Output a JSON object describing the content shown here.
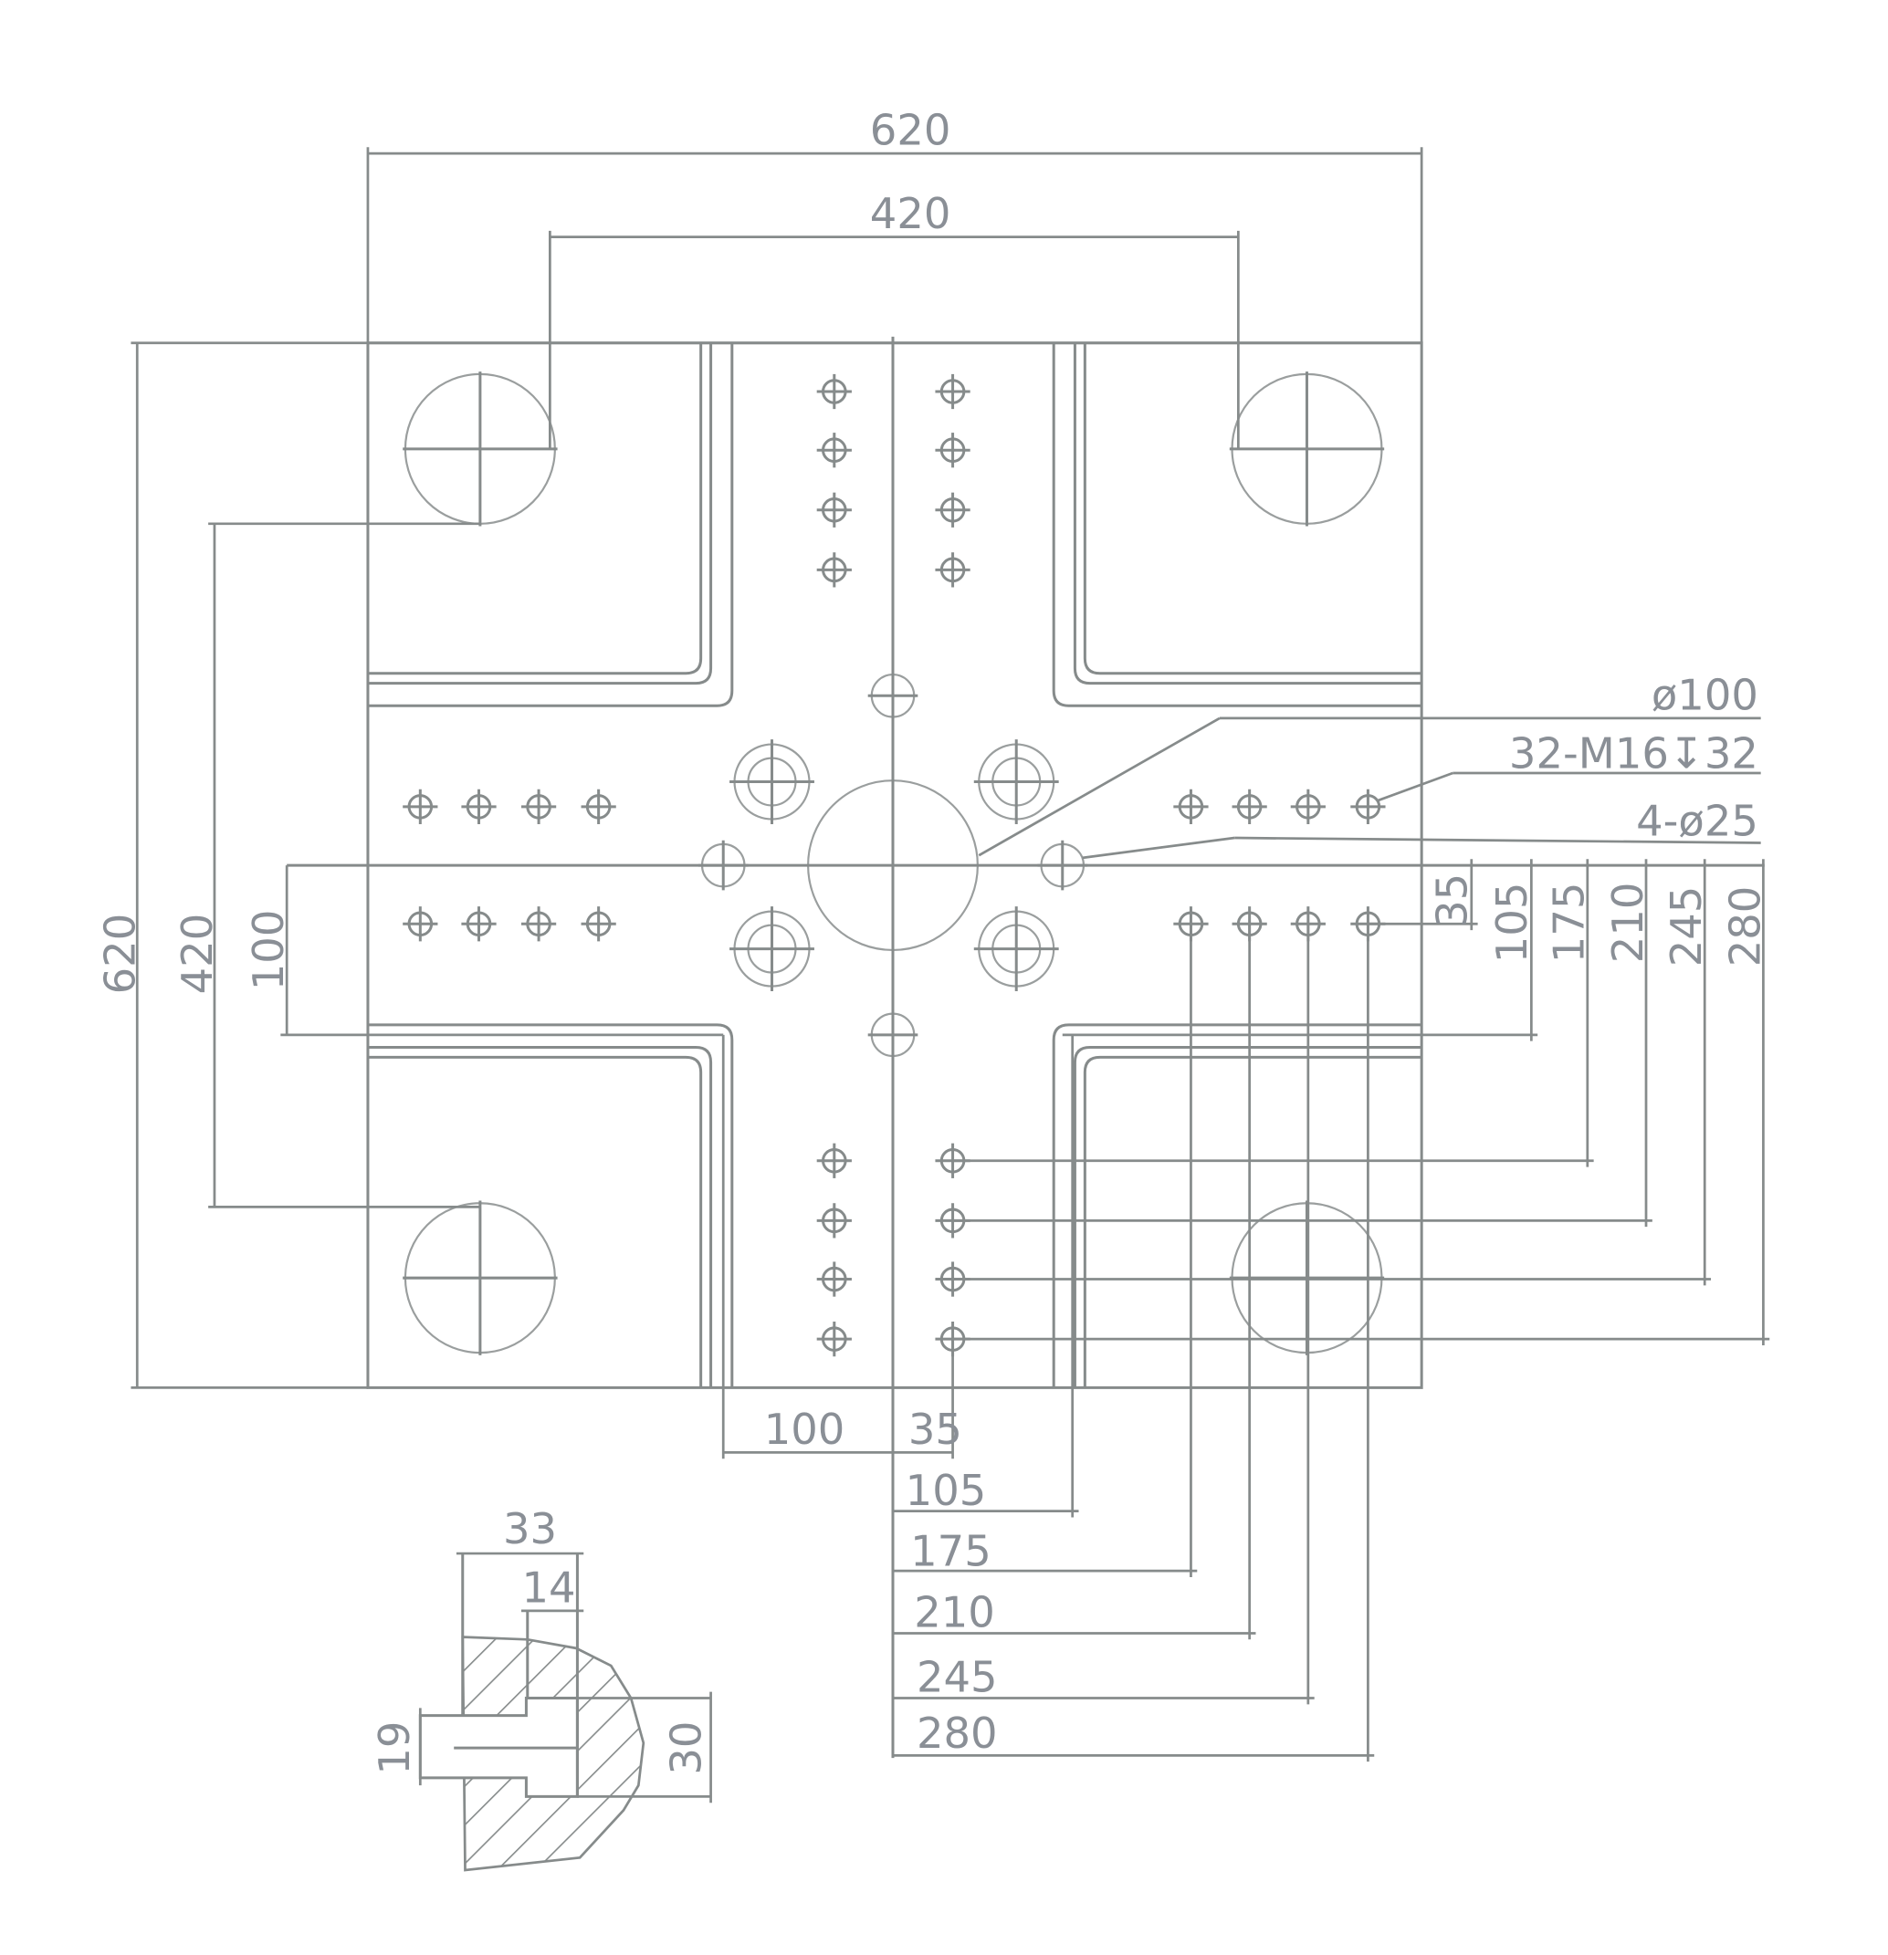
{
  "drawing": {
    "colors": {
      "line": "#868b8b",
      "text": "#8a8f96"
    },
    "top_dims": {
      "overall": "620",
      "tie_bar": "420"
    },
    "left_dims": {
      "overall": "620",
      "tie_bar": "420",
      "slot": "100"
    },
    "bottom_dims": {
      "slot_half": "100",
      "d35": "35",
      "d105": "105",
      "d175": "175",
      "d210": "210",
      "d245": "245",
      "d280": "280"
    },
    "right_dims": {
      "d35": "35",
      "d105": "105",
      "d175": "175",
      "d210": "210",
      "d245": "245",
      "d280": "280"
    },
    "callouts": {
      "center_hole": "ø100",
      "tapped_holes": "32-M16↧32",
      "locating_holes": "4-ø25"
    },
    "section_detail": {
      "width": "33",
      "neck": "14",
      "slot_height": "19",
      "depth": "30"
    }
  }
}
